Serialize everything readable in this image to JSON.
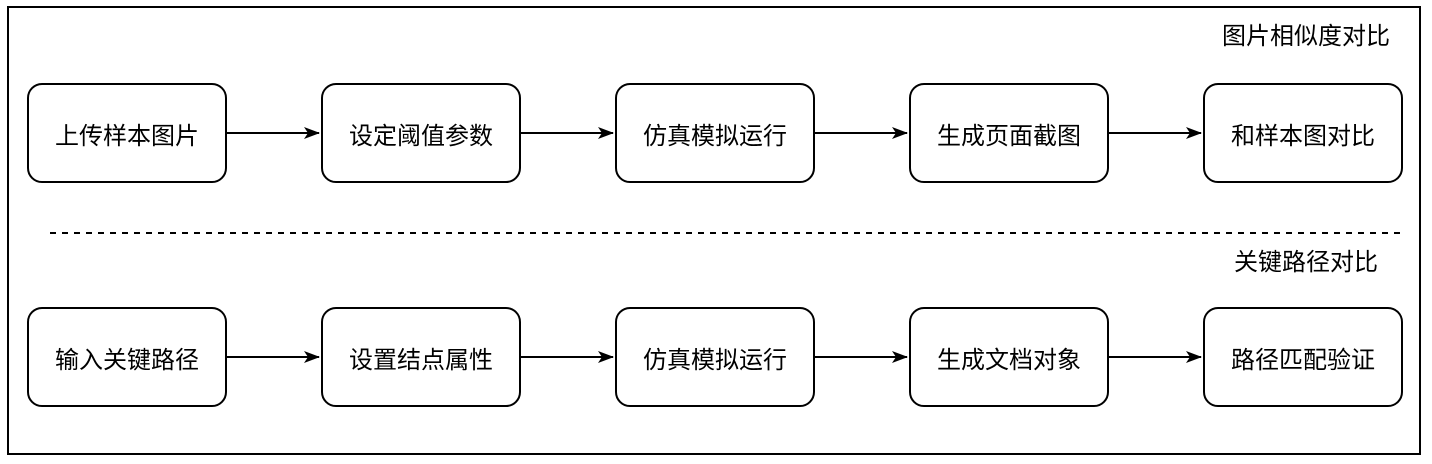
{
  "diagram": {
    "sections": [
      {
        "title": "图片相似度对比",
        "steps": [
          "上传样本图片",
          "设定阈值参数",
          "仿真模拟运行",
          "生成页面截图",
          "和样本图对比"
        ]
      },
      {
        "title": "关键路径对比",
        "steps": [
          "输入关键路径",
          "设置结点属性",
          "仿真模拟运行",
          "生成文档对象",
          "路径匹配验证"
        ]
      }
    ],
    "colors": {
      "stroke": "#000000",
      "background": "#ffffff"
    }
  }
}
